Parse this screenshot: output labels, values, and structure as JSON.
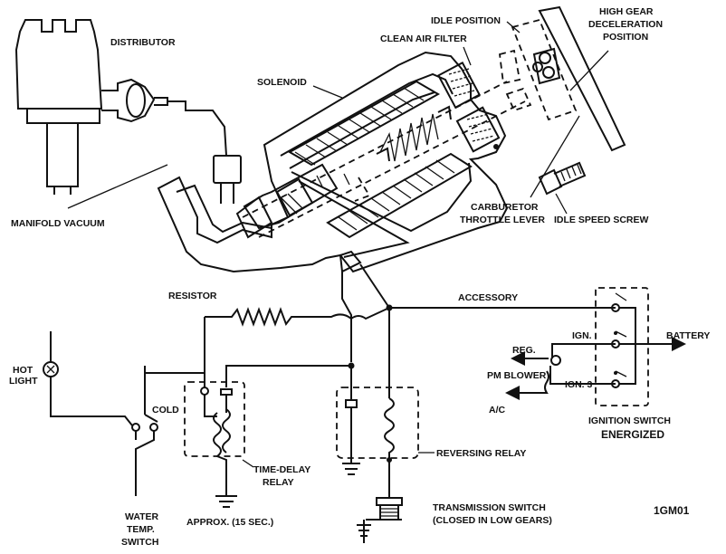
{
  "labels": {
    "distributor": "DISTRIBUTOR",
    "idle_position": "IDLE POSITION",
    "high_gear_1": "HIGH GEAR",
    "high_gear_2": "DECELERATION",
    "high_gear_3": "POSITION",
    "clean_air_filter": "CLEAN AIR FILTER",
    "solenoid": "SOLENOID",
    "manifold_vacuum": "MANIFOLD VACUUM",
    "carburetor_1": "CARBURETOR",
    "carburetor_2": "THROTTLE LEVER",
    "idle_speed_screw": "IDLE SPEED SCREW",
    "resistor": "RESISTOR",
    "accessory": "ACCESSORY",
    "battery": "BATTERY",
    "hot_light_1": "HOT",
    "hot_light_2": "LIGHT",
    "cold": "COLD",
    "reg": "REG.",
    "ign": "IGN.",
    "pm_blower": "PM BLOWER",
    "ign3": "IGN. 3",
    "ac": "A/C",
    "ignition_switch_1": "IGNITION SWITCH",
    "ignition_switch_2": "ENERGIZED",
    "time_delay_1": "TIME-DELAY",
    "time_delay_2": "RELAY",
    "reversing_relay": "REVERSING RELAY",
    "water_temp_1": "WATER",
    "water_temp_2": "TEMP.",
    "water_temp_3": "SWITCH",
    "approx": "APPROX. (15 SEC.)",
    "transmission_1": "TRANSMISSION SWITCH",
    "transmission_2": "(CLOSED IN LOW GEARS)",
    "figure_code": "1GM01"
  }
}
